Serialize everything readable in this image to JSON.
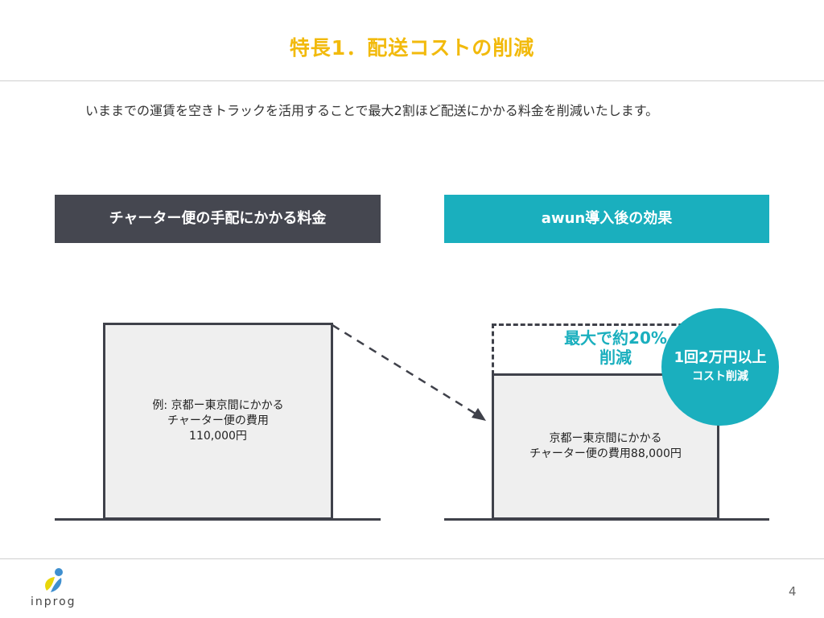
{
  "slide": {
    "title": "特長1．配送コストの削減",
    "intro": "いままでの運賃を空きトラックを活用することで最大2割ほど配送にかかる料金を削減いたします。",
    "page_number": "4"
  },
  "left_panel": {
    "header": "チャーター便の手配にかかる料金",
    "box_lines": [
      "例: 京都ー東京間にかかる",
      "チャーター便の費用",
      "110,000円"
    ]
  },
  "right_panel": {
    "header": "awun導入後の効果",
    "reduction_lines": [
      "最大で約20%",
      "削減"
    ],
    "box_lines": [
      "京都ー東京間にかかる",
      "チャーター便の費用88,000円"
    ]
  },
  "badge": {
    "main": "1回2万円以上",
    "sub": "コスト削減"
  },
  "brand": {
    "name": "inprog"
  },
  "colors": {
    "title": "#F2BA0C",
    "dark_header": "#454750",
    "teal": "#1AAFBE",
    "logo_yellow": "#E8D60A",
    "logo_blue": "#3F8FCF"
  }
}
